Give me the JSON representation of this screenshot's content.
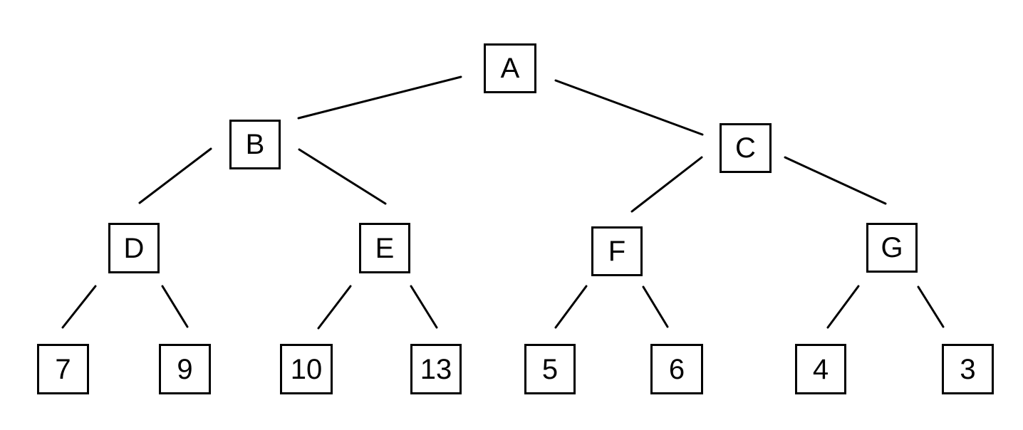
{
  "diagram": {
    "type": "binary-tree",
    "background_color": "#ffffff",
    "line_color": "#000000",
    "tree": {
      "root": {
        "label": "A",
        "children": [
          {
            "label": "B",
            "children": [
              {
                "label": "D",
                "children": [
                  {
                    "label": "7"
                  },
                  {
                    "label": "9"
                  }
                ]
              },
              {
                "label": "E",
                "children": [
                  {
                    "label": "10"
                  },
                  {
                    "label": "13"
                  }
                ]
              }
            ]
          },
          {
            "label": "C",
            "children": [
              {
                "label": "F",
                "children": [
                  {
                    "label": "5"
                  },
                  {
                    "label": "6"
                  }
                ]
              },
              {
                "label": "G",
                "children": [
                  {
                    "label": "4"
                  },
                  {
                    "label": "3"
                  }
                ]
              }
            ]
          }
        ]
      }
    },
    "internal_nodes": [
      "A",
      "B",
      "C",
      "D",
      "E",
      "F",
      "G"
    ],
    "leaf_values": [
      7,
      9,
      10,
      13,
      5,
      6,
      4,
      3
    ],
    "edges": [
      [
        "A",
        "B"
      ],
      [
        "A",
        "C"
      ],
      [
        "B",
        "D"
      ],
      [
        "B",
        "E"
      ],
      [
        "C",
        "F"
      ],
      [
        "C",
        "G"
      ],
      [
        "D",
        "7"
      ],
      [
        "D",
        "9"
      ],
      [
        "E",
        "10"
      ],
      [
        "E",
        "13"
      ],
      [
        "F",
        "5"
      ],
      [
        "F",
        "6"
      ],
      [
        "G",
        "4"
      ],
      [
        "G",
        "3"
      ]
    ]
  }
}
